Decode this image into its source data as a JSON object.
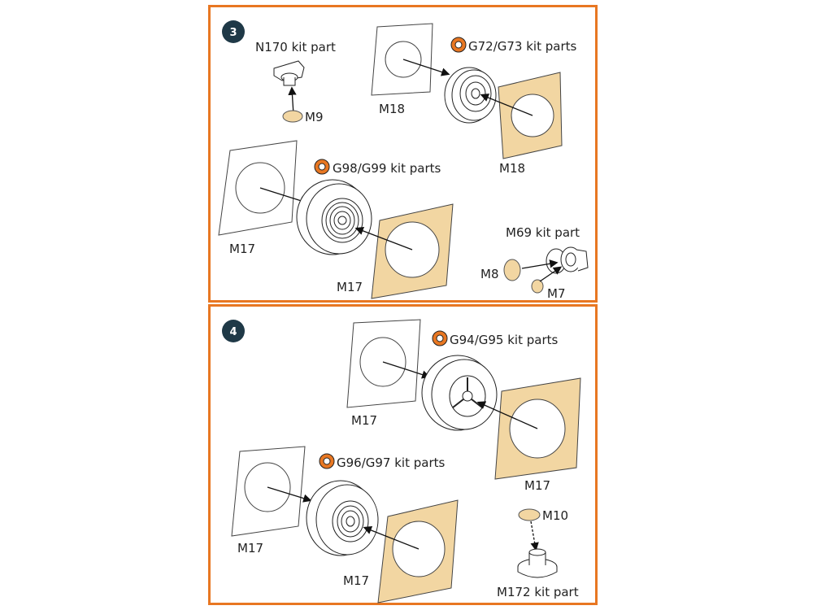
{
  "steps": [
    {
      "number": "3",
      "labels": {
        "n170": "N170 kit part",
        "m9": "M9",
        "m18_left": "M18",
        "g72": "G72/G73 kit parts",
        "m18_right": "M18",
        "g98": "G98/G99 kit parts",
        "m17_left": "M17",
        "m17_right": "M17",
        "m69": "M69 kit part",
        "m8": "M8",
        "m7": "M7"
      }
    },
    {
      "number": "4",
      "labels": {
        "g94": "G94/G95 kit parts",
        "m17_a": "M17",
        "m17_b": "M17",
        "g96": "G96/G97 kit parts",
        "m17_c": "M17",
        "m17_d": "M17",
        "m10": "M10",
        "m172": "M172 kit part"
      }
    }
  ],
  "colors": {
    "frame": "#e87722",
    "mask": "#f2d6a2",
    "badge": "#1f3947",
    "kit_icon": "#e87722"
  }
}
